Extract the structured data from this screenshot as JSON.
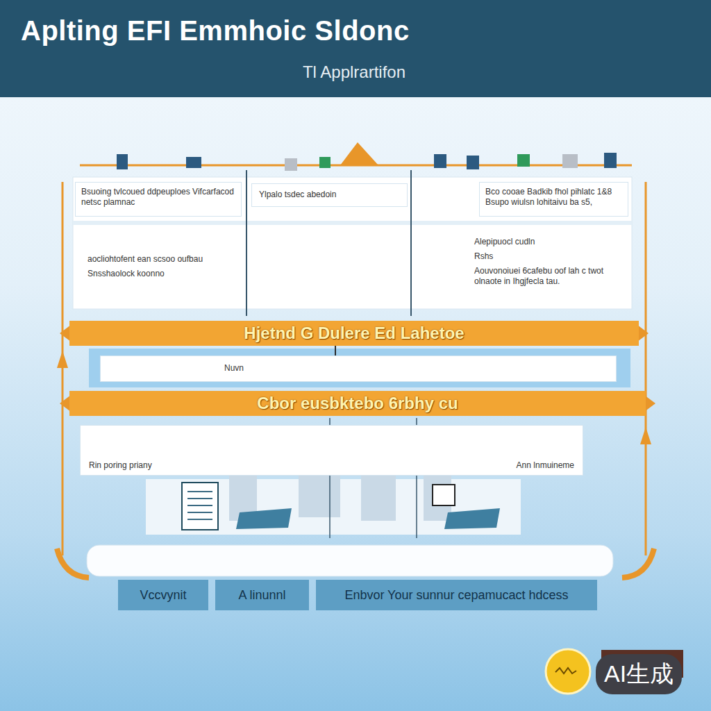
{
  "diagram": {
    "title": "Aplting EFI Emmhoic Sldonc",
    "caption": "Tl Applrartifon",
    "nodes": [
      {
        "text": [
          "Bsuoing tvlcoued ddpeuploes Vifcarfacod netsc plamnac"
        ]
      },
      {
        "text": [
          "Ylpalo tsdec abedoin"
        ]
      },
      {
        "text": [
          "Bco cooae Badkib fhol pihlatc 1&8 Bsupo wiulsn lohitaivu ba s5,"
        ]
      },
      {
        "text": [
          "aocliohtofent ean scsoo oufbau",
          "Snsshaolock koonno"
        ]
      },
      {
        "text": [
          "Alepipuocl cudln",
          "Rshs",
          "Aouvonoiuei 6cafebu oof lah c twot olnaote in Ihgjfecla tau."
        ]
      },
      {
        "text": [
          "Hjetnd G Dulere Ed Lahetoe"
        ]
      },
      {
        "text": [
          "Nuvn"
        ]
      },
      {
        "text": [
          "Cbor eusbktebo 6rbhy cu"
        ]
      },
      {
        "text": [
          "Rin poring priany",
          "Ann lnmuineme"
        ]
      },
      {
        "text": [
          "Vccvynit"
        ]
      },
      {
        "text": [
          "A linunnl"
        ]
      },
      {
        "text": [
          "Enbvor Your sunnur cepamucact hdcess"
        ]
      }
    ],
    "edges": [
      {
        "from": 5,
        "to": 6,
        "arrow": "none"
      }
    ],
    "labels": [
      "AI生成"
    ]
  }
}
